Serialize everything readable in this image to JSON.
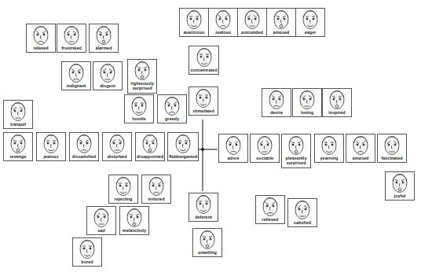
{
  "diagram": {
    "nodes": [
      {
        "text": [
          "avaricious"
        ]
      },
      {
        "text": [
          "zealous"
        ]
      },
      {
        "text": [
          "astounded"
        ]
      },
      {
        "text": [
          "amused"
        ]
      },
      {
        "text": [
          "eager"
        ]
      },
      {
        "text": [
          "relaxed"
        ]
      },
      {
        "text": [
          "frustrated"
        ]
      },
      {
        "text": [
          "alarmed"
        ]
      },
      {
        "text": [
          "concentrated"
        ]
      },
      {
        "text": [
          "indignant"
        ]
      },
      {
        "text": [
          "disgust"
        ]
      },
      {
        "text": [
          "righteously surprised"
        ]
      },
      {
        "text": [
          "stimulated"
        ]
      },
      {
        "text": [
          "desire"
        ]
      },
      {
        "text": [
          "loving"
        ]
      },
      {
        "text": [
          "inspired"
        ]
      },
      {
        "text": [
          "hostile"
        ]
      },
      {
        "text": [
          "greedy"
        ]
      },
      {
        "text": [
          "tranquil"
        ]
      },
      {
        "text": [
          "revenge"
        ]
      },
      {
        "text": [
          "jealous"
        ]
      },
      {
        "text": [
          "dissatisfied"
        ]
      },
      {
        "text": [
          "disturbed"
        ]
      },
      {
        "text": [
          "disappointed"
        ]
      },
      {
        "text": [
          "flabbergasted"
        ]
      },
      {
        "text": [
          "adore"
        ]
      },
      {
        "text": [
          "sociable"
        ]
      },
      {
        "text": [
          "pleasantly surprised"
        ]
      },
      {
        "text": [
          "yearning"
        ]
      },
      {
        "text": [
          "amused"
        ]
      },
      {
        "text": [
          "fascinated"
        ]
      },
      {
        "text": [
          "joyful"
        ]
      },
      {
        "text": [
          "rejecting"
        ]
      },
      {
        "text": [
          "tortured"
        ]
      },
      {
        "text": [
          "sad"
        ]
      },
      {
        "text": [
          "melancholy"
        ]
      },
      {
        "text": [
          "deferent"
        ]
      },
      {
        "text": [
          "relieved"
        ]
      },
      {
        "text": [
          "satisfied"
        ]
      },
      {
        "text": [
          "unwilling"
        ]
      },
      {
        "text": [
          "bored"
        ]
      }
    ]
  }
}
